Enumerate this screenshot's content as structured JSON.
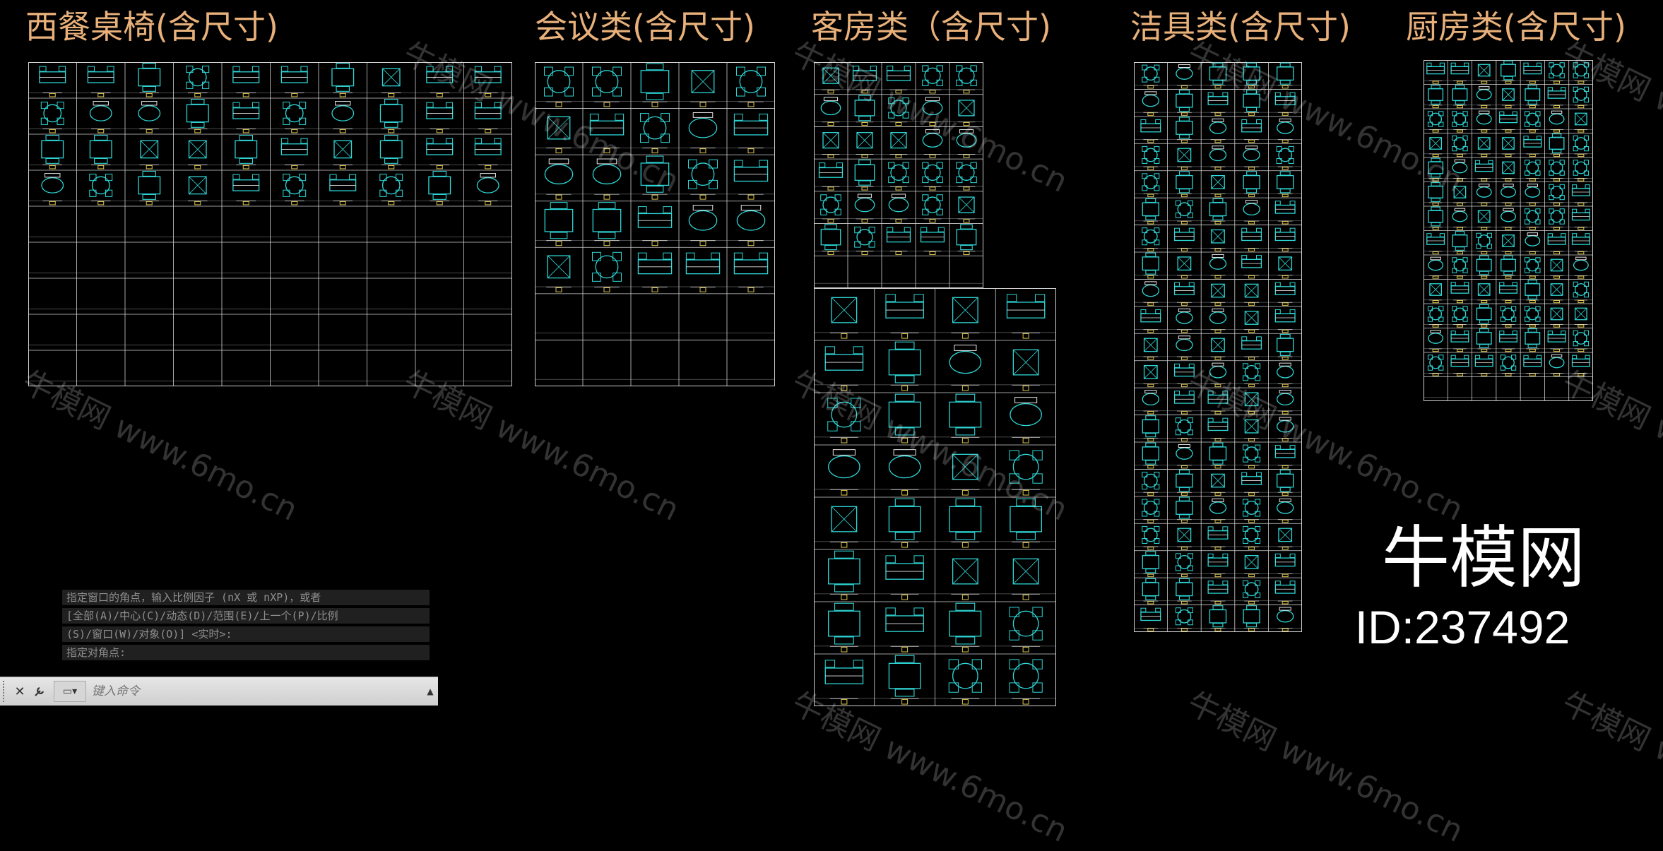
{
  "titles": {
    "western_dining": "西餐桌椅(含尺寸)",
    "meeting": "会议类(含尺寸)",
    "guest_room": "客房类（含尺寸)",
    "sanitary": "洁具类(含尺寸)",
    "kitchen": "厨房类(含尺寸)"
  },
  "colors": {
    "title": "#e8b07a",
    "grid_line": "#d0d0d0",
    "block_cyan": "#2fd6d6",
    "block_yellow": "#e0c84a",
    "block_white": "#e6e6e6"
  },
  "brand": {
    "logo_text": "牛模网",
    "id_text": "ID:237492"
  },
  "watermark": {
    "cn": "牛模网",
    "url": "www.6mo.cn"
  },
  "command": {
    "history": [
      "指定窗口的角点，输入比例因子 (nX 或 nXP)，或者",
      "[全部(A)/中心(C)/动态(D)/范围(E)/上一个(P)/比例",
      "(S)/窗口(W)/对象(O)] <实时>:",
      "指定对角点:"
    ],
    "placeholder": "键入命令",
    "close_icon": "close-icon",
    "settings_icon": "wrench-icon",
    "prompt_icon": "command-prompt-icon",
    "history_toggle_icon": "chevron-up-icon"
  }
}
